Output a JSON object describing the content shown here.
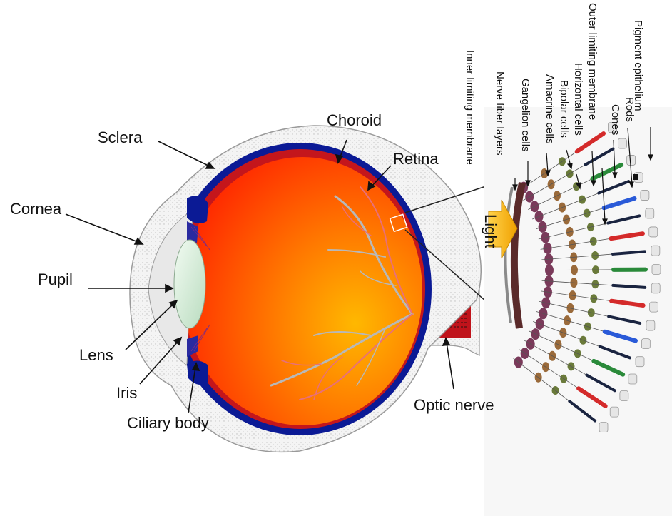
{
  "labels": {
    "sclera": "Sclera",
    "choroid": "Choroid",
    "retina": "Retina",
    "cornea": "Cornea",
    "pupil": "Pupil",
    "lens": "Lens",
    "iris": "Iris",
    "ciliary_body": "Ciliary body",
    "optic_nerve": "Optic nerve",
    "light": "Light"
  },
  "retina_layers": {
    "inner_limiting_membrane": "Inner limiting membrane",
    "nerve_fiber_layers": "Nerve fiber layers",
    "gangelion_cells": "Gangelion cells",
    "amacrine_cells": "Amacrine cells",
    "bipolar_cells": "Bipolar cells",
    "horizontal_cells": "Horizontal cells",
    "outer_limiting_membrane": "Outer limiting membrane",
    "cones": "Cones",
    "rods": "Rods",
    "pigment_epithelium": "Pigment epithelium"
  },
  "colors": {
    "eyeball_outer": "#ff3a00",
    "eyeball_inner": "#ffb000",
    "choroid": "#0a1a8f",
    "sclera": "#ececec",
    "lens": "#d8efd8",
    "vessel_pink": "#e8707a",
    "vessel_gray": "#b8b8b8",
    "light_arrow": "#f5b400",
    "cone_red": "#d42a2a",
    "cone_green": "#2a8a3a",
    "cone_blue": "#2a5ad8",
    "rod": "#1a2440"
  }
}
